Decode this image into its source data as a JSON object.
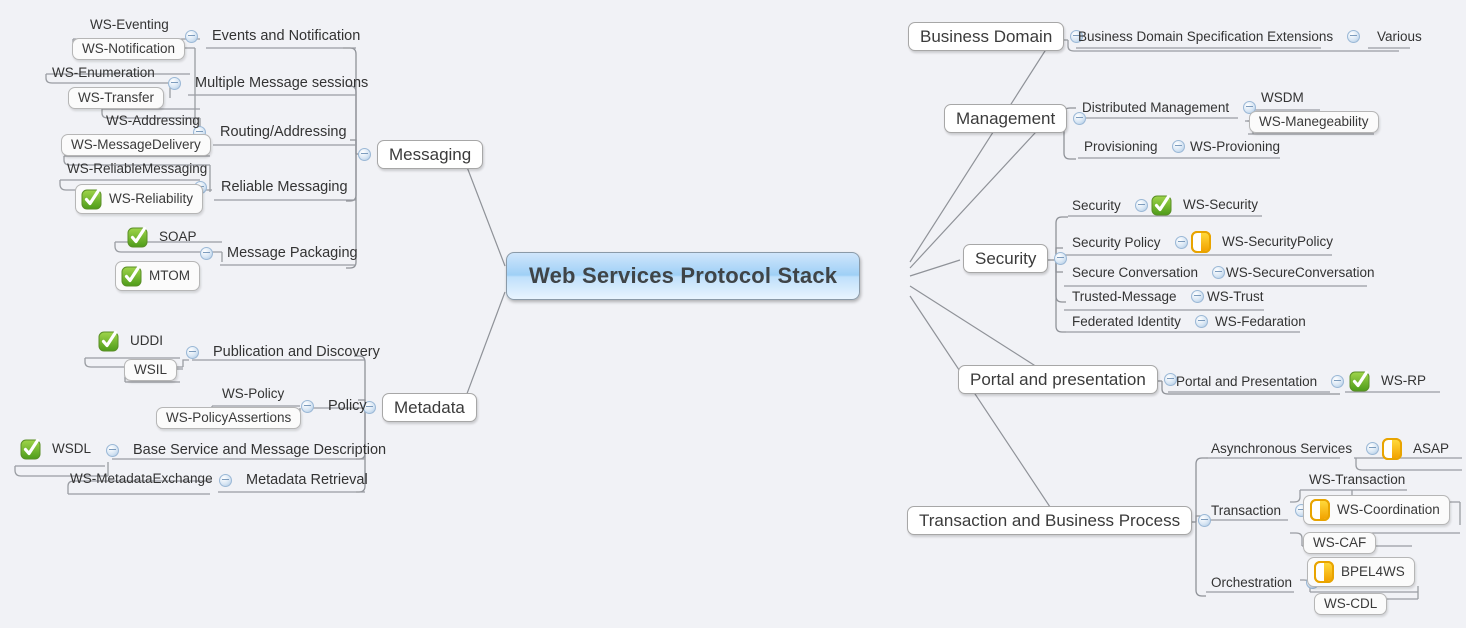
{
  "background_color": "#f1f2f6",
  "accent_color": "#9fd0f6",
  "icons": {
    "done": "green-check-icon",
    "in_progress": "half-filled-orange-icon",
    "collapse": "collapse-toggle-icon"
  },
  "root": {
    "label": "Web Services Protocol Stack"
  },
  "branches": [
    {
      "id": "messaging",
      "label": "Messaging",
      "side": "left",
      "groups": [
        {
          "label": "Events and Notification",
          "items": [
            {
              "label": "WS-Eventing",
              "icon": null
            },
            {
              "label": "WS-Notification",
              "icon": null
            }
          ]
        },
        {
          "label": "Multiple Message sessions",
          "items": [
            {
              "label": "WS-Enumeration",
              "icon": null
            },
            {
              "label": "WS-Transfer",
              "icon": null
            }
          ]
        },
        {
          "label": "Routing/Addressing",
          "items": [
            {
              "label": "WS-Addressing",
              "icon": null
            },
            {
              "label": "WS-MessageDelivery",
              "icon": null
            }
          ]
        },
        {
          "label": "Reliable Messaging",
          "items": [
            {
              "label": "WS-ReliableMessaging",
              "icon": null
            },
            {
              "label": "WS-Reliability",
              "icon": "done"
            }
          ]
        },
        {
          "label": "Message Packaging",
          "items": [
            {
              "label": "SOAP",
              "icon": "done"
            },
            {
              "label": "MTOM",
              "icon": "done"
            }
          ]
        }
      ]
    },
    {
      "id": "metadata",
      "label": "Metadata",
      "side": "left",
      "groups": [
        {
          "label": "Publication and Discovery",
          "items": [
            {
              "label": "UDDI",
              "icon": "done"
            },
            {
              "label": "WSIL",
              "icon": null
            }
          ]
        },
        {
          "label": "Policy",
          "items": [
            {
              "label": "WS-Policy",
              "icon": null
            },
            {
              "label": "WS-PolicyAssertions",
              "icon": null
            }
          ]
        },
        {
          "label": "Base Service and Message Description",
          "items": [
            {
              "label": "WSDL",
              "icon": "done"
            }
          ]
        },
        {
          "label": "Metadata Retrieval",
          "items": [
            {
              "label": "WS-MetadataExchange",
              "icon": null
            }
          ]
        }
      ]
    },
    {
      "id": "business-domain",
      "label": "Business Domain",
      "side": "right",
      "groups": [
        {
          "label": "Business Domain Specification Extensions",
          "items": [
            {
              "label": "Various",
              "icon": null
            }
          ]
        }
      ]
    },
    {
      "id": "management",
      "label": "Management",
      "side": "right",
      "groups": [
        {
          "label": "Distributed Management",
          "items": [
            {
              "label": "WSDM",
              "icon": null
            },
            {
              "label": "WS-Manegeability",
              "icon": null
            }
          ]
        },
        {
          "label": "Provisioning",
          "items": [
            {
              "label": "WS-Provioning",
              "icon": null
            }
          ]
        }
      ]
    },
    {
      "id": "security",
      "label": "Security",
      "side": "right",
      "groups": [
        {
          "label": "Security",
          "items": [
            {
              "label": "WS-Security",
              "icon": "done"
            }
          ]
        },
        {
          "label": "Security Policy",
          "items": [
            {
              "label": "WS-SecurityPolicy",
              "icon": "in_progress"
            }
          ]
        },
        {
          "label": "Secure Conversation",
          "items": [
            {
              "label": "WS-SecureConversation",
              "icon": null
            }
          ]
        },
        {
          "label": "Trusted-Message",
          "items": [
            {
              "label": "WS-Trust",
              "icon": null
            }
          ]
        },
        {
          "label": "Federated Identity",
          "items": [
            {
              "label": "WS-Fedaration",
              "icon": null
            }
          ]
        }
      ]
    },
    {
      "id": "portal",
      "label": "Portal and presentation",
      "side": "right",
      "groups": [
        {
          "label": "Portal and Presentation",
          "items": [
            {
              "label": "WS-RP",
              "icon": "done"
            }
          ]
        }
      ]
    },
    {
      "id": "transaction",
      "label": "Transaction and Business Process",
      "side": "right",
      "groups": [
        {
          "label": "Asynchronous Services",
          "items": [
            {
              "label": "ASAP",
              "icon": "in_progress"
            }
          ]
        },
        {
          "label": "Transaction",
          "items": [
            {
              "label": "WS-Transaction",
              "icon": null
            },
            {
              "label": "WS-Coordination",
              "icon": "in_progress"
            },
            {
              "label": "WS-CAF",
              "icon": null
            }
          ]
        },
        {
          "label": "Orchestration",
          "items": [
            {
              "label": "BPEL4WS",
              "icon": "in_progress"
            },
            {
              "label": "WS-CDL",
              "icon": null
            }
          ]
        }
      ]
    }
  ]
}
